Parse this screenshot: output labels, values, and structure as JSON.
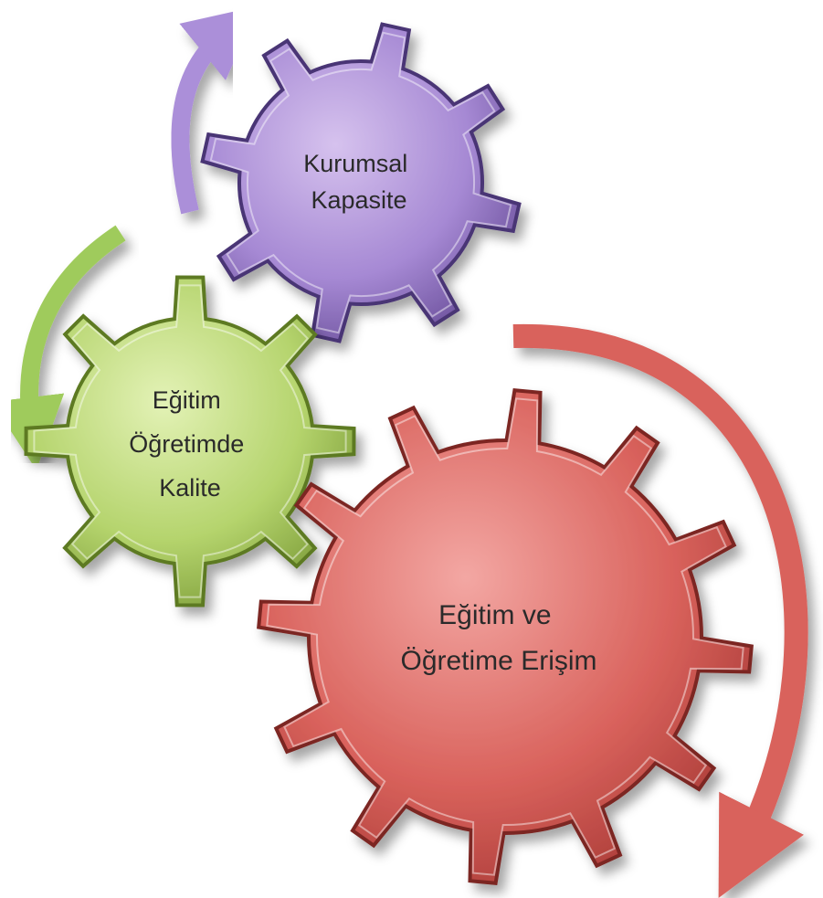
{
  "gears": {
    "purple": {
      "lines": [
        "Kurumsal",
        "Kapasite"
      ],
      "colors": {
        "light": "#d6c2ee",
        "mid": "#a689d4",
        "dark": "#6a4f9a",
        "edge": "#4a3474"
      }
    },
    "green": {
      "lines": [
        "Eğitim",
        "Öğretimde",
        "Kalite"
      ],
      "colors": {
        "light": "#e3f2b6",
        "mid": "#b5d46d",
        "dark": "#7d9d39",
        "edge": "#5d7a24"
      }
    },
    "red": {
      "lines": [
        "Eğitim ve",
        "Öğretime Erişim"
      ],
      "colors": {
        "light": "#f3a7a3",
        "mid": "#d9625c",
        "dark": "#a93a36",
        "edge": "#7b2522"
      }
    }
  },
  "arrows": {
    "purple": {
      "color": "#ab8fd9",
      "direction": "up"
    },
    "green": {
      "color": "#9fcb5c",
      "direction": "down"
    },
    "red": {
      "color": "#d9625c",
      "direction": "down"
    }
  }
}
